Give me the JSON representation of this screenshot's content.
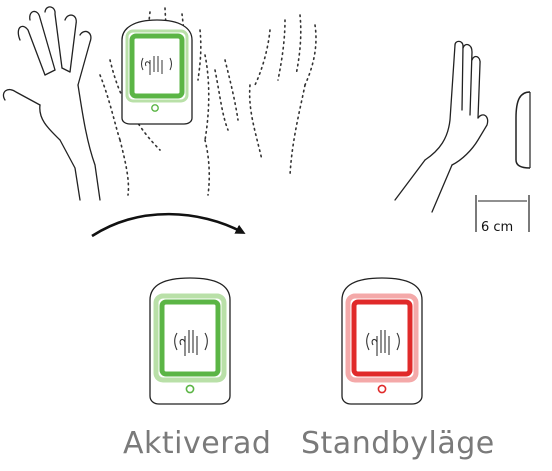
{
  "labels": {
    "distance": "6 cm",
    "active": "Aktiverad",
    "standby": "Standbyläge"
  },
  "colors": {
    "active_frame": "#5bb545",
    "active_glow": "#b9e0a8",
    "standby_frame": "#e02a2a",
    "standby_glow": "#f4a9a9",
    "outline": "#222222",
    "caption": "#7a7a7a"
  },
  "icons": [
    "hand-wave-icon",
    "curved-arrow-icon",
    "led-indicator-icon"
  ]
}
